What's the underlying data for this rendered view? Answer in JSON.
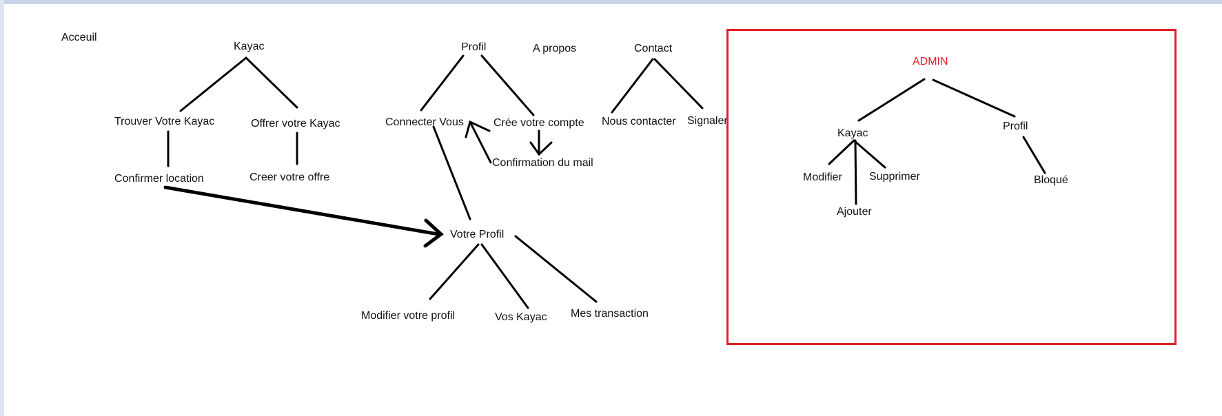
{
  "colors": {
    "stroke": "#000000",
    "admin_accent": "#e21f26",
    "border": "#c7d3e6"
  },
  "nodes": {
    "acceuil": "Acceuil",
    "kayac": "Kayac",
    "trouver_kayac": "Trouver Votre Kayac",
    "offrir_kayac": "Offrer votre Kayac",
    "confirmer_location": "Confirmer location",
    "creer_offre": "Creer votre offre",
    "profil": "Profil",
    "a_propos": "A propos",
    "contact": "Contact",
    "connecter_vous": "Connecter Vous",
    "cree_compte": "Crée votre compte",
    "confirmation_mail": "Confirmation du mail",
    "nous_contacter": "Nous contacter",
    "signaler": "Signaler",
    "votre_profil": "Votre Profil",
    "modifier_profil": "Modifier votre profil",
    "vos_kayac": "Vos Kayac",
    "mes_transaction": "Mes transaction"
  },
  "admin": {
    "title": "ADMIN",
    "kayac": "Kayac",
    "profil": "Profil",
    "modifier": "Modifier",
    "supprimer": "Supprimer",
    "ajouter": "Ajouter",
    "bloque": "Bloqué"
  }
}
